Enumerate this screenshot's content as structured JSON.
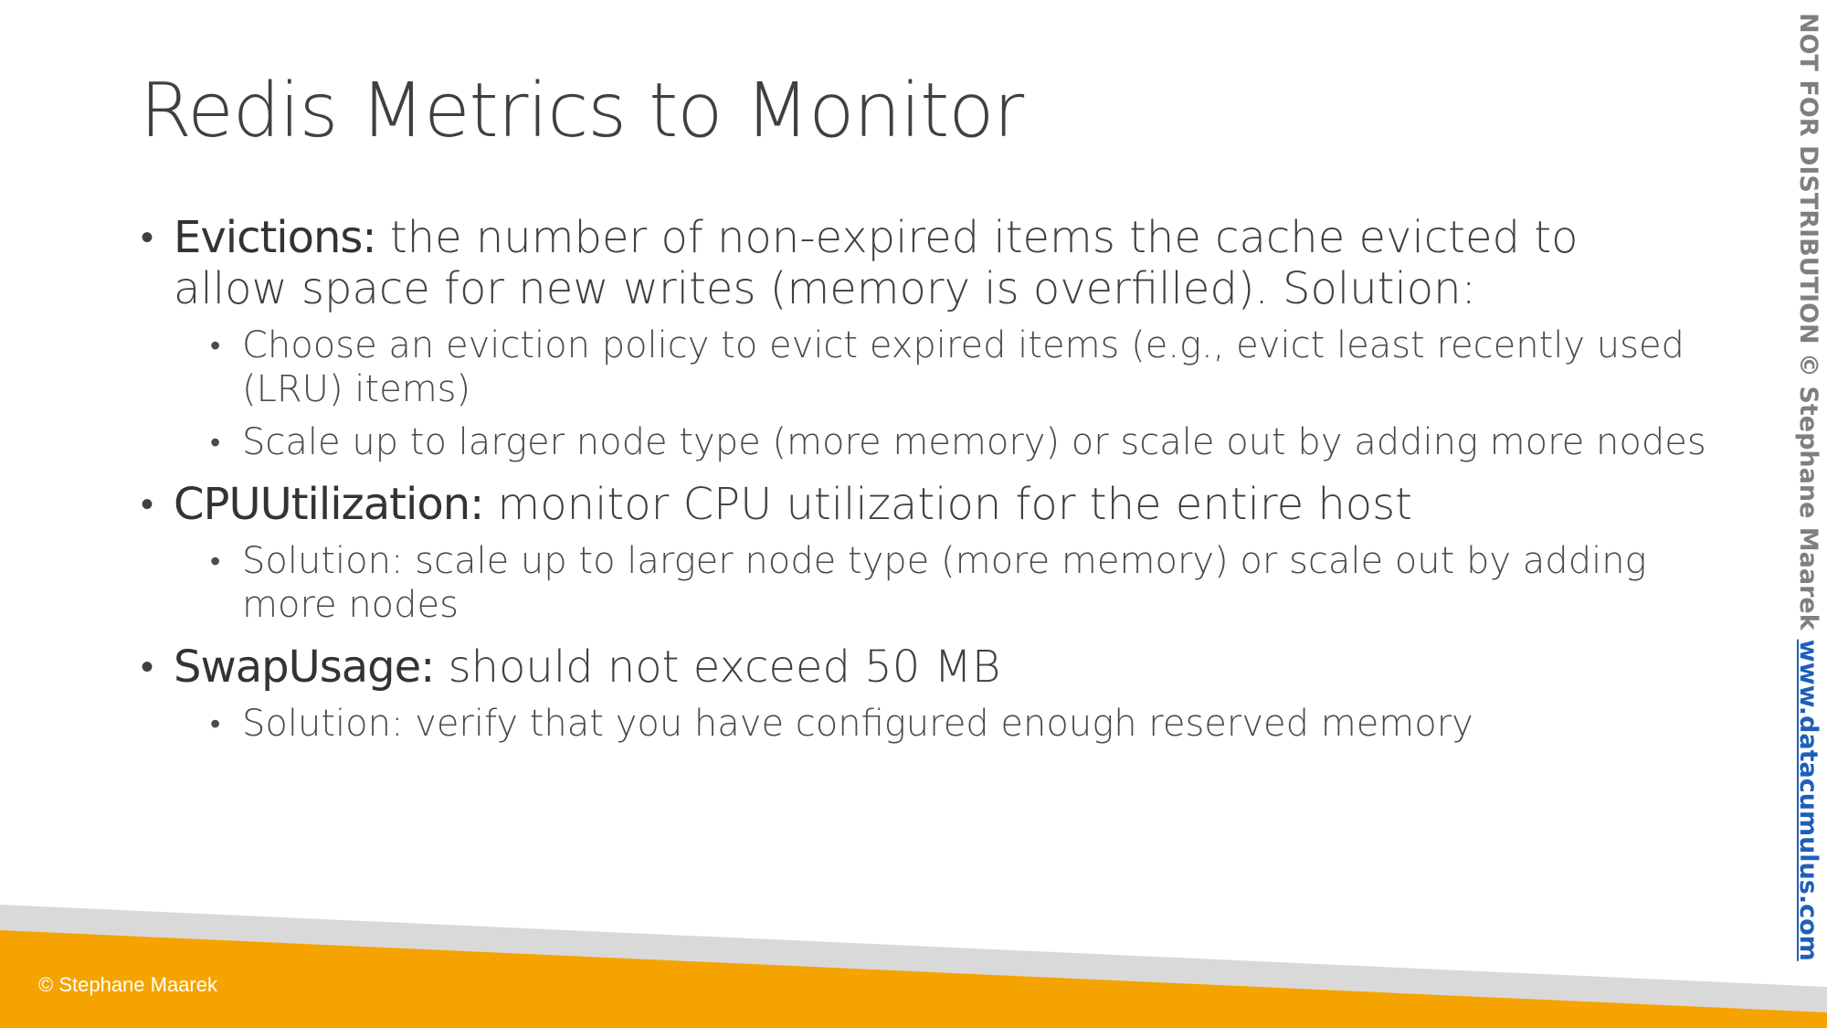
{
  "slide": {
    "title": "Redis Metrics to Monitor",
    "bullets": [
      {
        "term": "Evictions:",
        "text": " the number of non-expired items the cache evicted to allow space for new writes (memory is overfilled). Solution:",
        "sub": [
          "Choose an eviction policy to evict expired items (e.g., evict least recently used (LRU) items)",
          "Scale up to larger node type (more memory) or scale out by adding more nodes"
        ]
      },
      {
        "term": "CPUUtilization:",
        "text": " monitor CPU utilization for the entire host",
        "sub": [
          "Solution: scale up to larger node type (more memory) or scale out by adding more nodes"
        ]
      },
      {
        "term": "SwapUsage:",
        "text": " should not exceed 50 MB",
        "sub": [
          "Solution: verify that you have configured enough reserved memory"
        ]
      }
    ]
  },
  "footer": {
    "copyright": "© Stephane Maarek"
  },
  "side": {
    "notice": "NOT FOR DISTRIBUTION © Stephane Maarek",
    "website": "www.datacumulus.com"
  },
  "colors": {
    "title": "#404040",
    "footer_orange": "#f5a300",
    "footer_gray": "#d9d9d9",
    "link_blue": "#1f5fb8"
  }
}
